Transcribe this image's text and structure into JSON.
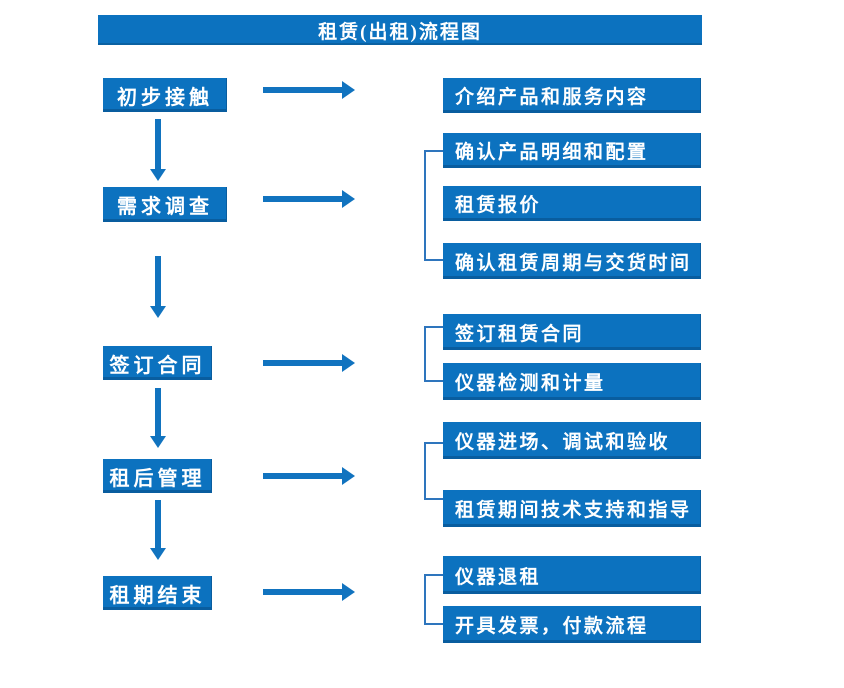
{
  "title": "租赁(出租)流程图",
  "colors": {
    "box_blue": "#0c72bf",
    "arrow_blue": "#1173bf",
    "bracket_blue": "#2e75bd",
    "text_white": "#ffffff",
    "background": "#ffffff"
  },
  "stages": [
    {
      "label": "初步接触",
      "details": [
        "介绍产品和服务内容"
      ]
    },
    {
      "label": "需求调查",
      "details": [
        "确认产品明细和配置",
        "租赁报价",
        "确认租赁周期与交货时间"
      ]
    },
    {
      "label": "签订合同",
      "details": [
        "签订租赁合同",
        "仪器检测和计量"
      ]
    },
    {
      "label": "租后管理",
      "details": [
        "仪器进场、调试和验收",
        "租赁期间技术支持和指导"
      ]
    },
    {
      "label": "租期结束",
      "details": [
        "仪器退租",
        "开具发票，付款流程"
      ]
    }
  ]
}
